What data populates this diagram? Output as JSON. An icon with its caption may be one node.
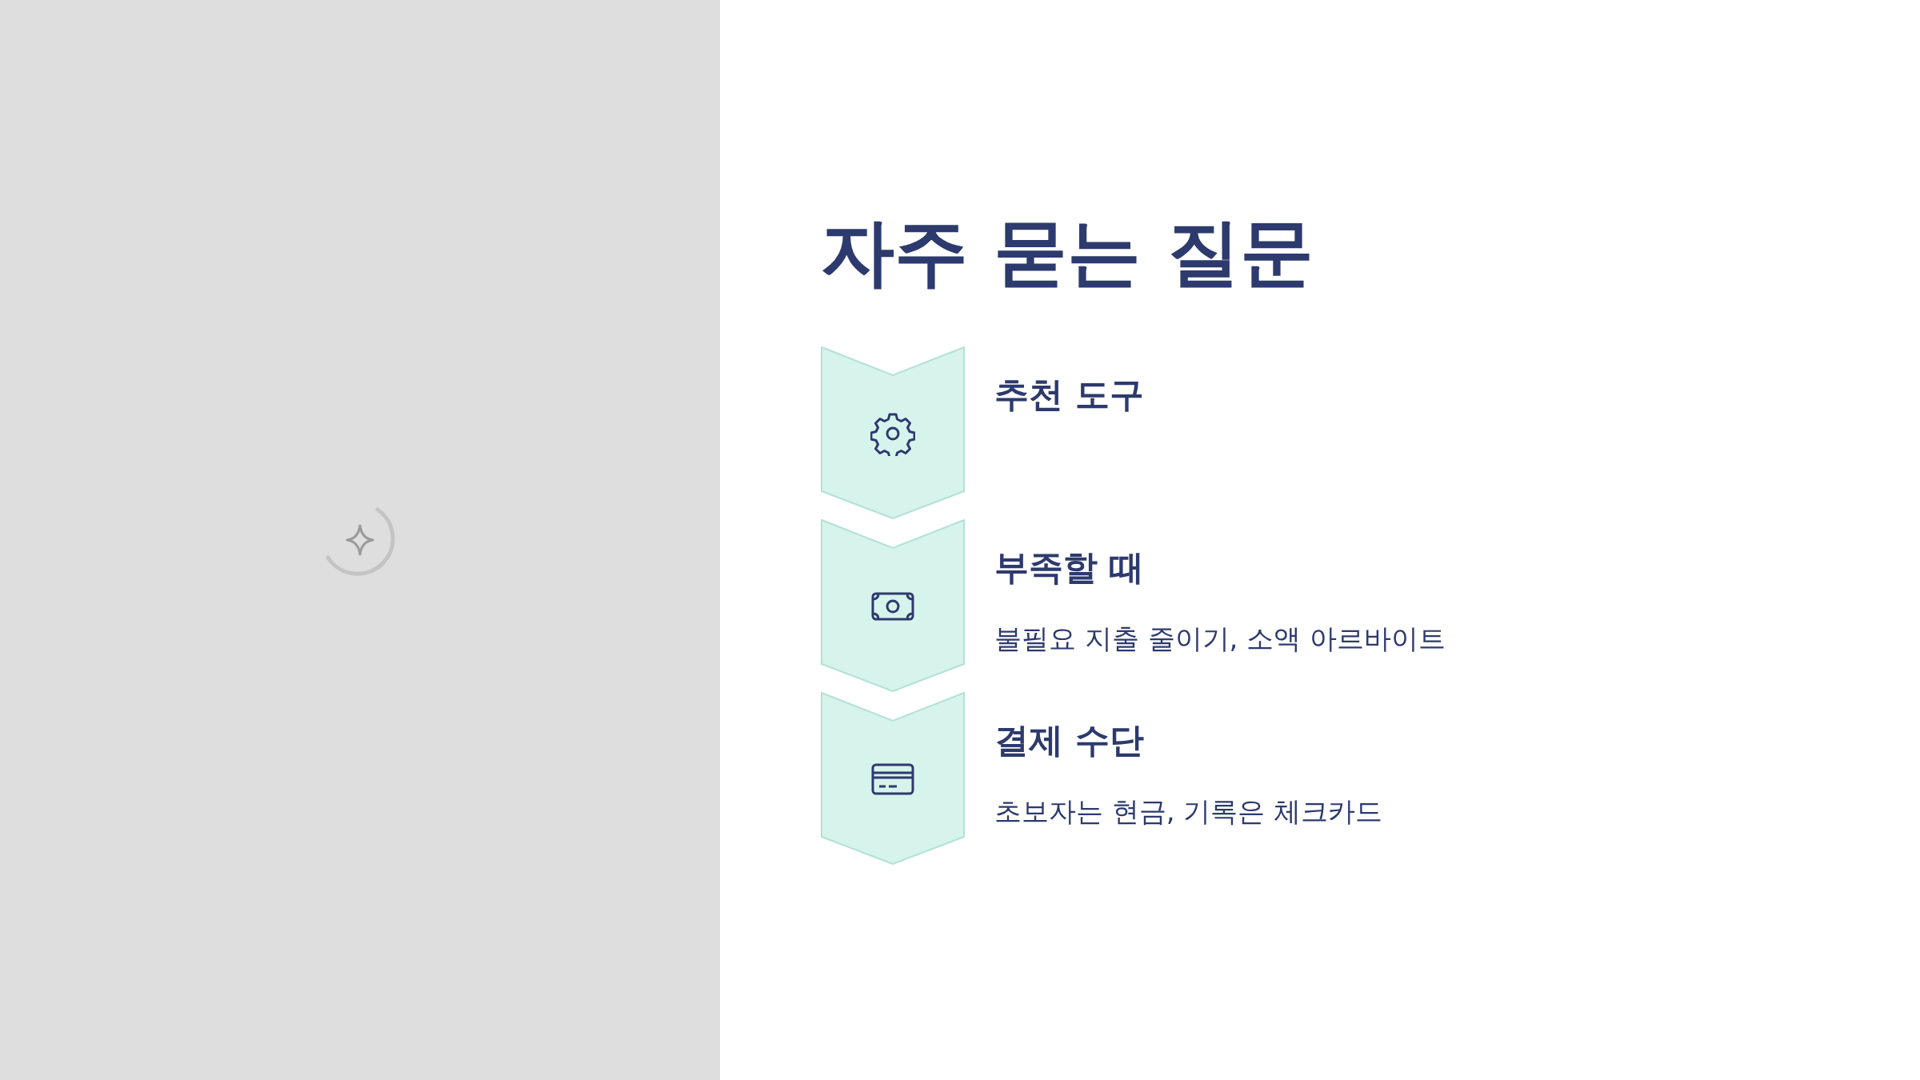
{
  "diagram": {
    "title": "자주 묻는 질문",
    "nodes": [
      {
        "text": [],
        "shape": "chevron",
        "beside": [
          "추천 도구"
        ]
      },
      {
        "text": [],
        "shape": "chevron",
        "beside": [
          "부족할 때",
          "불필요 지출 줄이기, 소액 아르바이트"
        ]
      },
      {
        "text": [],
        "shape": "chevron",
        "beside": [
          "결제 수단",
          "초보자는 현금, 기록은 체크카드"
        ]
      }
    ],
    "edges": []
  }
}
